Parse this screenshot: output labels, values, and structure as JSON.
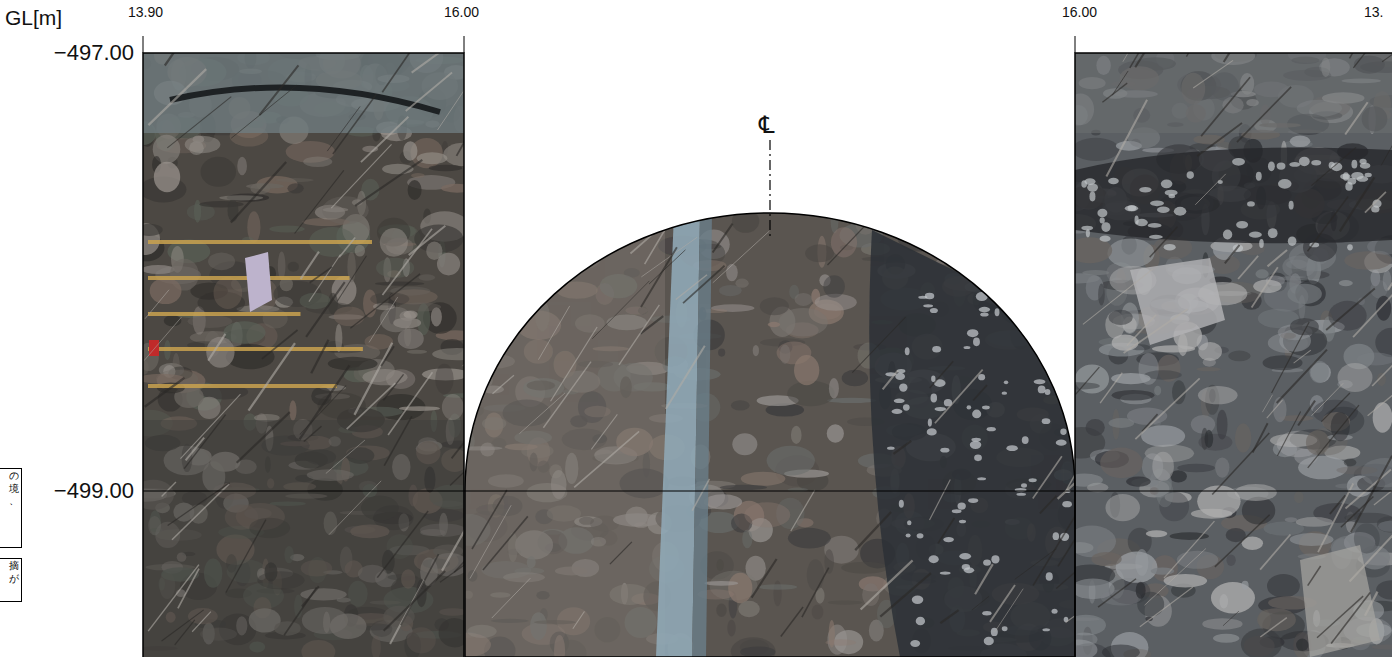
{
  "diagram": {
    "nodes": [
      {
        "text": [
          "の境 、"
        ]
      },
      {
        "text": [
          "摘 が"
        ]
      }
    ],
    "labels": [
      "GL[m]",
      "13.90",
      "16.00",
      "16.00",
      "13.",
      "−497.00",
      "−499.00",
      "℄"
    ]
  }
}
